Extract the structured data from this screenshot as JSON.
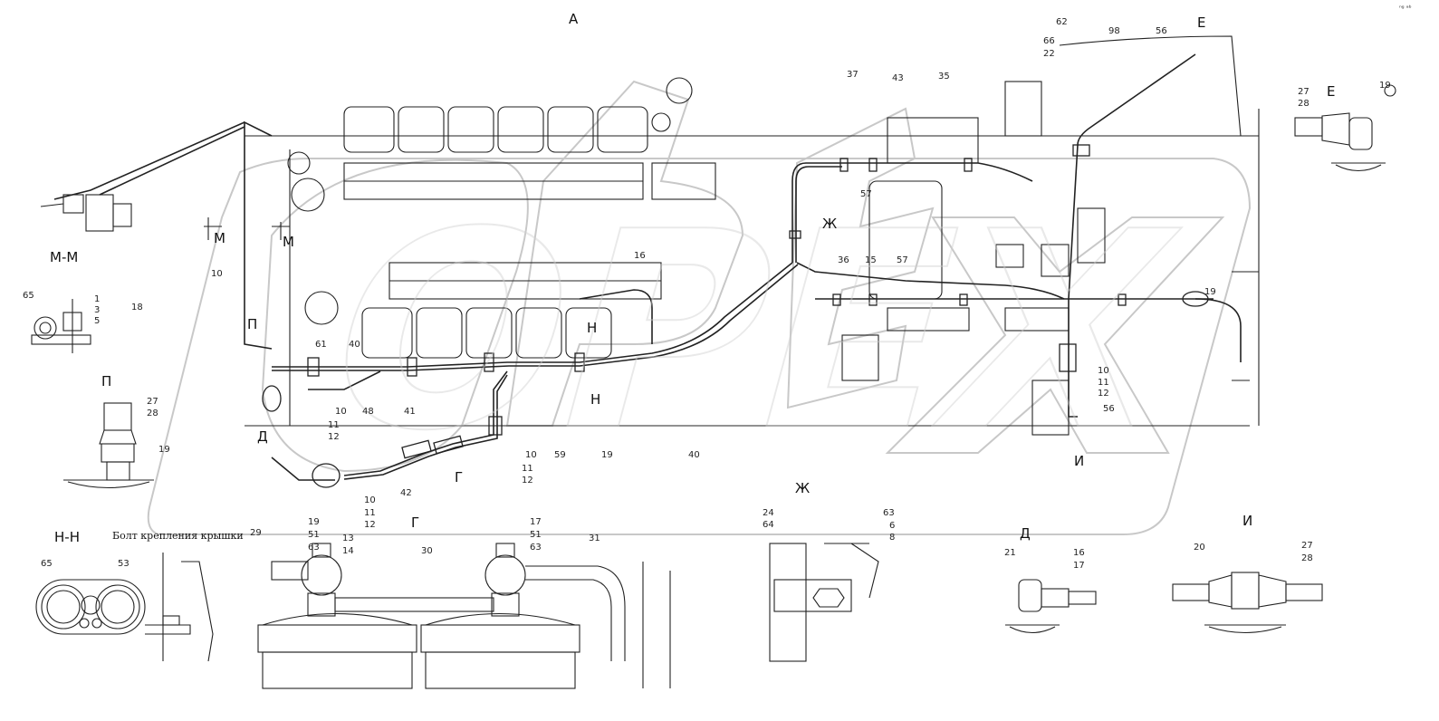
{
  "drawing": {
    "view_letters": {
      "A": "А",
      "E": "Е",
      "Zh": "Ж",
      "I": "И",
      "N": "Н",
      "G": "Г",
      "D": "Д",
      "P": "П",
      "M": "М"
    },
    "section_titles": {
      "mm": "М-М",
      "p": "П",
      "nn": "Н-Н",
      "zh": "Ж",
      "d": "Д",
      "i": "И",
      "g": "Г",
      "e": "Е"
    },
    "note": "Болт крепления крышки",
    "corner_mark": "ⁿᵍ ᵃᵇ",
    "callouts": [
      "62",
      "66",
      "22",
      "98",
      "56",
      "37",
      "43",
      "35",
      "57",
      "36",
      "15",
      "57",
      "19",
      "10",
      "11",
      "12",
      "56",
      "16",
      "H",
      "61",
      "40",
      "10",
      "11",
      "12",
      "48",
      "41",
      "59",
      "10",
      "11",
      "12",
      "19",
      "40",
      "42",
      "10",
      "11",
      "12",
      "27",
      "28",
      "19",
      "65",
      "18",
      "1",
      "3",
      "5",
      "10",
      "27",
      "28",
      "19",
      "65",
      "53",
      "29",
      "19",
      "51",
      "63",
      "13",
      "14",
      "30",
      "17",
      "51",
      "63",
      "31",
      "24",
      "64",
      "63",
      "6",
      "8",
      "21",
      "16",
      "17",
      "20",
      "27",
      "28"
    ]
  },
  "watermark": {
    "text": "OPEX",
    "color": "#c8c8c8"
  }
}
